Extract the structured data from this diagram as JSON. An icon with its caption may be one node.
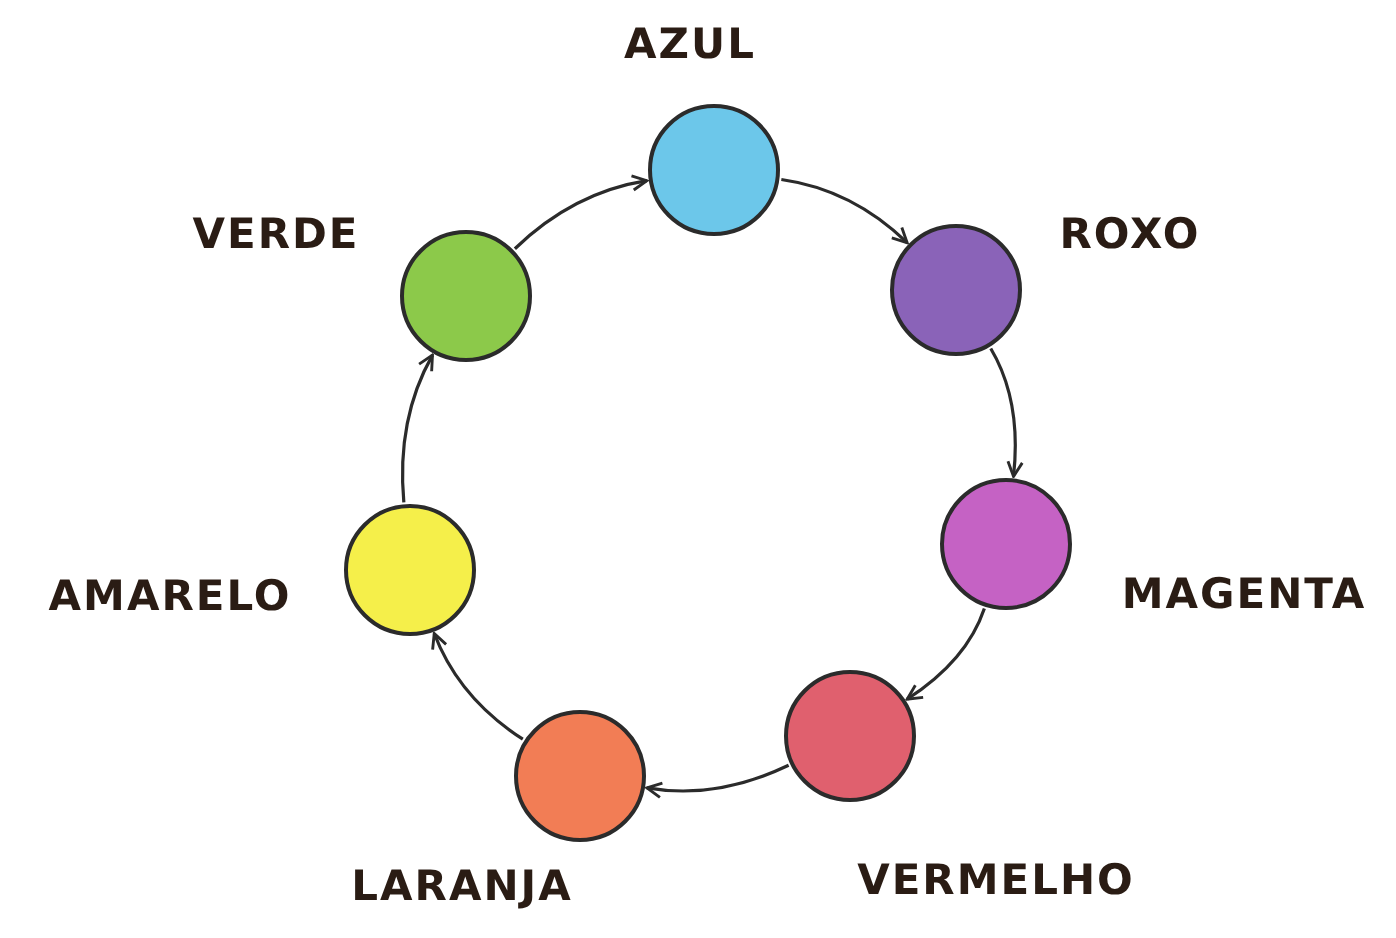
{
  "diagram": {
    "nodes": [
      {
        "text": [],
        "shape": "circle",
        "beside": [
          "AZUL"
        ]
      },
      {
        "text": [],
        "shape": "circle",
        "beside": [
          "ROXO"
        ]
      },
      {
        "text": [],
        "shape": "circle",
        "beside": [
          "MAGENTA"
        ]
      },
      {
        "text": [],
        "shape": "circle",
        "beside": [
          "VERMELHO"
        ]
      },
      {
        "text": [],
        "shape": "circle",
        "beside": [
          "LARANJA"
        ]
      },
      {
        "text": [],
        "shape": "circle",
        "beside": [
          "AMARELO"
        ]
      },
      {
        "text": [],
        "shape": "circle",
        "beside": [
          "VERDE"
        ]
      }
    ],
    "edges": [
      {
        "from": 0,
        "to": 1,
        "arrow": "to"
      },
      {
        "from": 1,
        "to": 2,
        "arrow": "to"
      },
      {
        "from": 2,
        "to": 3,
        "arrow": "to"
      },
      {
        "from": 3,
        "to": 4,
        "arrow": "to"
      },
      {
        "from": 4,
        "to": 5,
        "arrow": "to"
      },
      {
        "from": 5,
        "to": 6,
        "arrow": "to"
      },
      {
        "from": 6,
        "to": 0,
        "arrow": "to"
      }
    ]
  }
}
